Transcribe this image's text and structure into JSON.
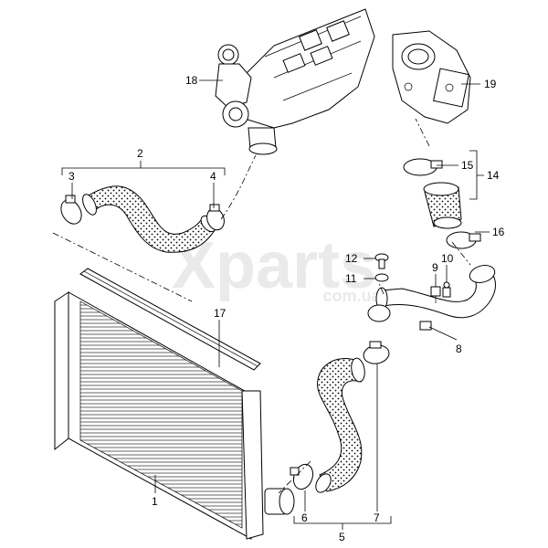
{
  "watermark": {
    "brand": "Xparts",
    "domain": "com.ua"
  },
  "callouts": [
    {
      "id": "1",
      "label": "1"
    },
    {
      "id": "2",
      "label": "2"
    },
    {
      "id": "3",
      "label": "3"
    },
    {
      "id": "4",
      "label": "4"
    },
    {
      "id": "5",
      "label": "5"
    },
    {
      "id": "6",
      "label": "6"
    },
    {
      "id": "7",
      "label": "7"
    },
    {
      "id": "8",
      "label": "8"
    },
    {
      "id": "9",
      "label": "9"
    },
    {
      "id": "10",
      "label": "10"
    },
    {
      "id": "11",
      "label": "11"
    },
    {
      "id": "12",
      "label": "12"
    },
    {
      "id": "14",
      "label": "14"
    },
    {
      "id": "15",
      "label": "15"
    },
    {
      "id": "16",
      "label": "16"
    },
    {
      "id": "17",
      "label": "17"
    },
    {
      "id": "18",
      "label": "18"
    },
    {
      "id": "19",
      "label": "19"
    }
  ]
}
